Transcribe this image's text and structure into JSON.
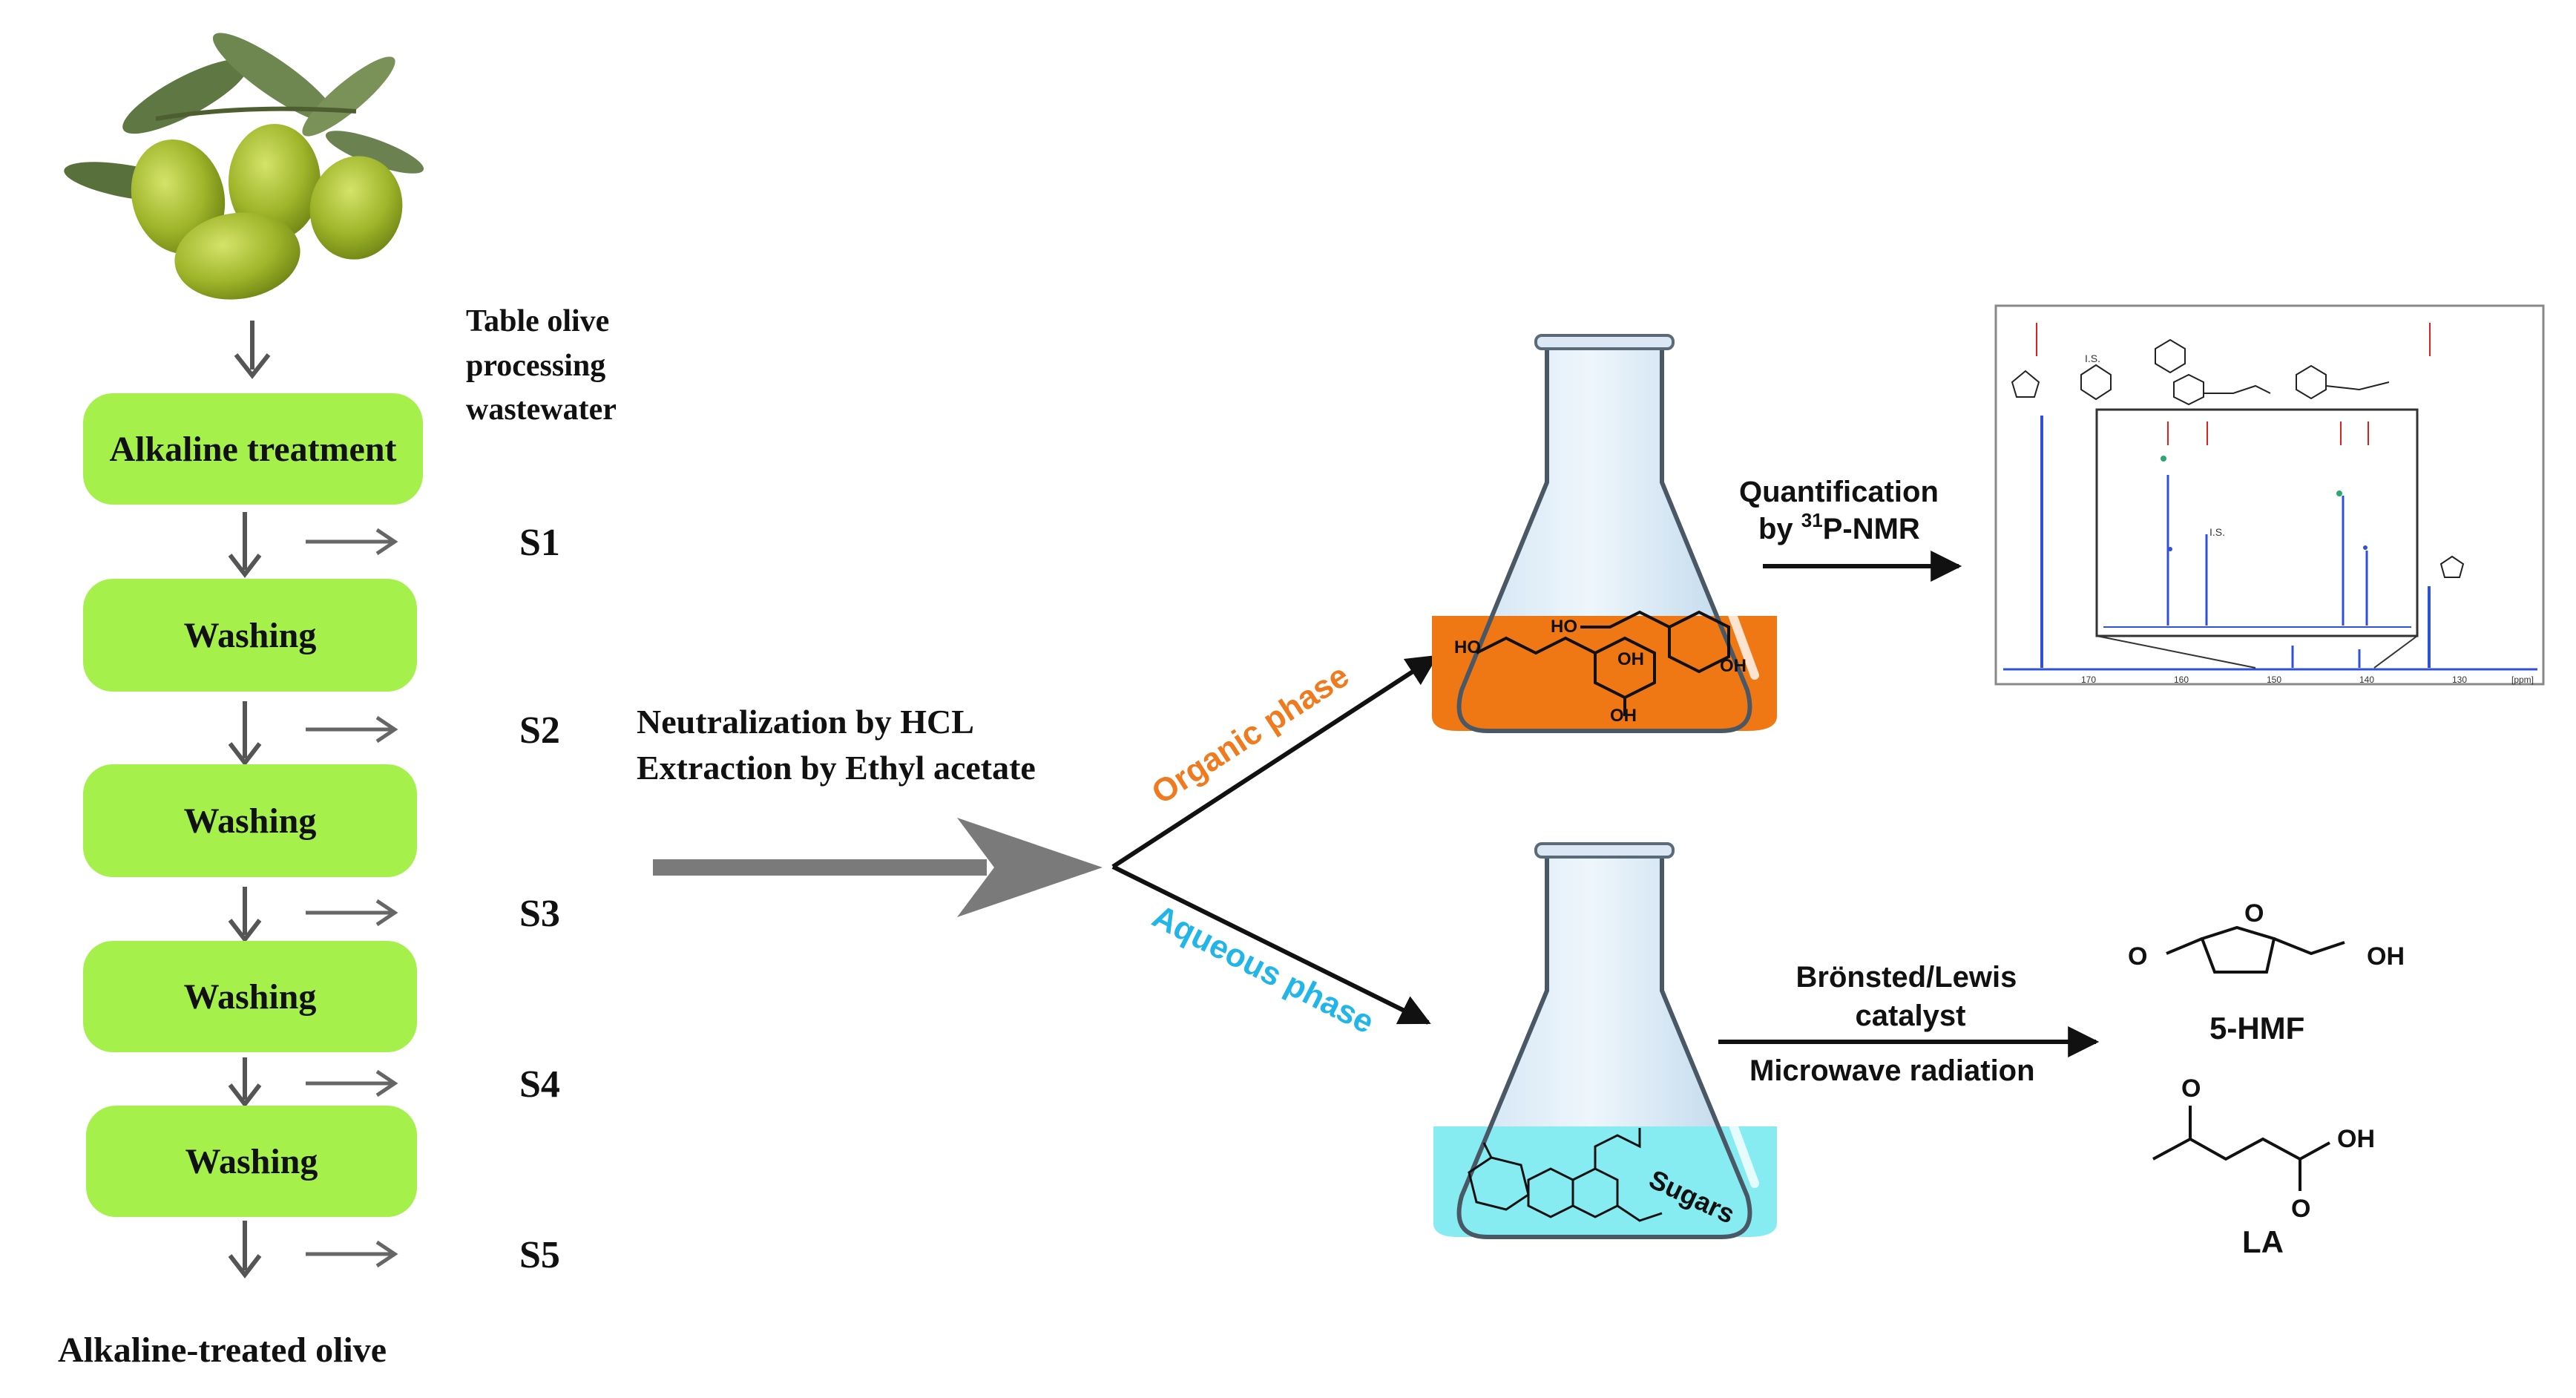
{
  "olive_source": {
    "text": [
      "Table olive",
      "processing",
      "wastewater"
    ]
  },
  "steps": [
    {
      "label": "Alkaline treatment"
    },
    {
      "label": "Washing"
    },
    {
      "label": "Washing"
    },
    {
      "label": "Washing"
    },
    {
      "label": "Washing"
    }
  ],
  "streams": [
    "S1",
    "S2",
    "S3",
    "S4",
    "S5"
  ],
  "final_product": "Alkaline-treated olive",
  "process": {
    "line1": "Neutralization by HCL",
    "line2": "Extraction by Ethyl acetate"
  },
  "phases": {
    "organic": "Organic phase",
    "aqueous": "Aqueous phase"
  },
  "organic_molecule": {
    "ho1": "HO",
    "ho2": "HO",
    "oh1": "OH",
    "oh2": "OH",
    "oh3": "OH"
  },
  "aqueous_molecule": {
    "sugars": "Sugars"
  },
  "quantification": {
    "line1": "Quantification",
    "line2_pre": "by ",
    "sup": "31",
    "line2_post": "P-NMR"
  },
  "catalysis": {
    "line1": "Brönsted/Lewis",
    "line2": "catalyst",
    "line3": "Microwave radiation"
  },
  "products": {
    "hmf_label": "5-HMF",
    "la_label": "LA",
    "hmf_oh": "OH",
    "hmf_o_ring": "O",
    "hmf_o": "O",
    "la_oh": "OH",
    "la_o1": "O",
    "la_o2": "O"
  },
  "nmr": {
    "is_label": "I.S.",
    "axis_ppm": "[ppm]",
    "ticks": [
      "170",
      "160",
      "150",
      "140",
      "130"
    ]
  },
  "colors": {
    "step_fill": "#a5f04a",
    "organic_orange": "#f07814",
    "aqueous_cyan": "#86ecf2",
    "organic_text": "#f07a1e",
    "aqueous_text": "#22b6e8",
    "nmr_blue": "#3050d8",
    "nmr_red": "#e02020"
  }
}
